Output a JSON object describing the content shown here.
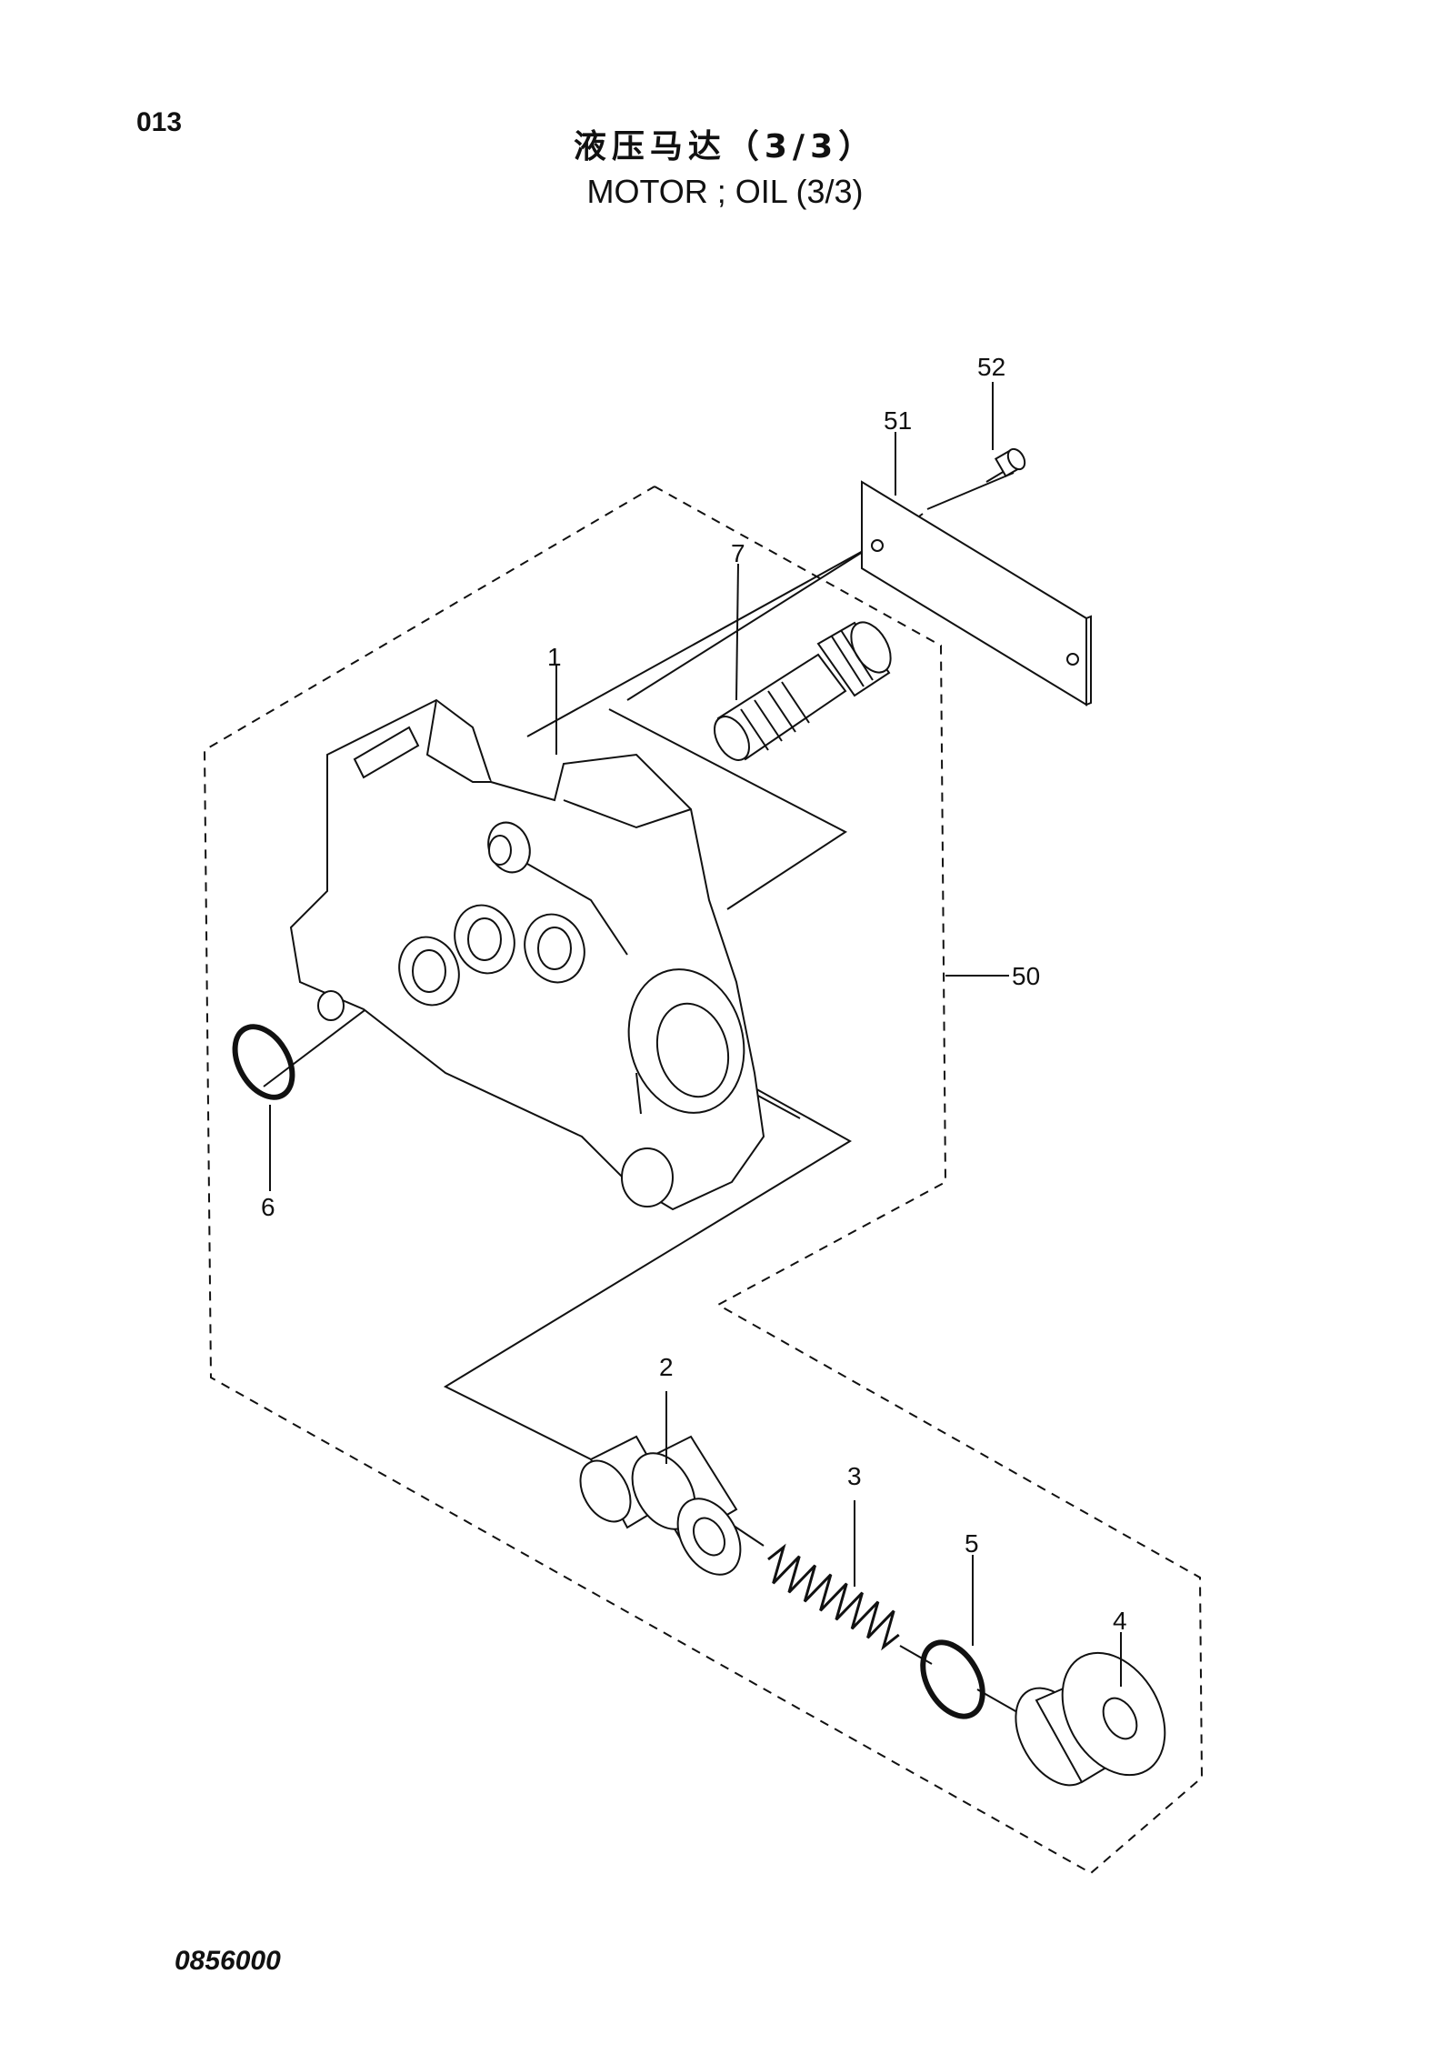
{
  "page_number": "013",
  "title_cn": "液压马达（3/3）",
  "title_en": "MOTOR ; OIL (3/3)",
  "document_number": "0856000",
  "callouts": {
    "c1": "1",
    "c2": "2",
    "c3": "3",
    "c4": "4",
    "c5": "5",
    "c6": "6",
    "c7": "7",
    "c50": "50",
    "c51": "51",
    "c52": "52"
  }
}
